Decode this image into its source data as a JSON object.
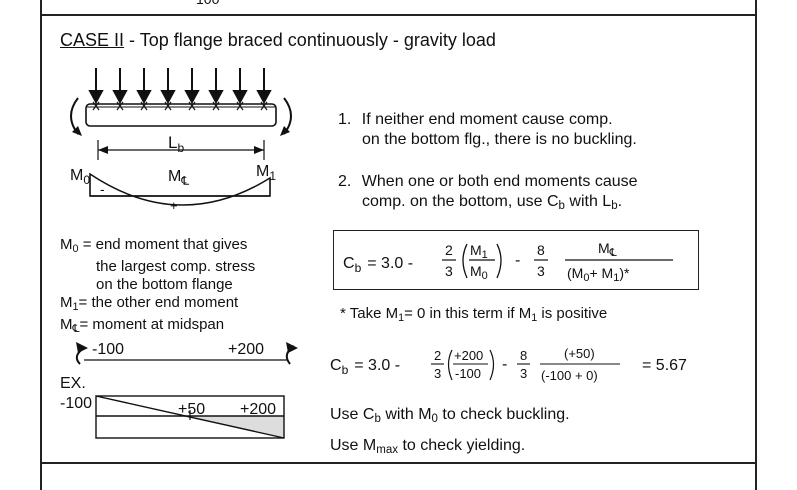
{
  "top_fragment": "100",
  "title": {
    "case_label": "CASE II",
    "title_text": " - Top flange braced continuously - gravity load"
  },
  "beam": {
    "span_label": "L",
    "span_sub": "b"
  },
  "moment_diagram": {
    "m0_label": "M",
    "m0_sub": "0",
    "mc_label": "M",
    "mc_sub": "℄",
    "m1_label": "M",
    "m1_sub": "1",
    "minus": "-",
    "plus": "+"
  },
  "definitions": [
    {
      "sym": "M",
      "sub": "0",
      "text": "= end moment that gives"
    },
    {
      "cont": "the largest comp. stress"
    },
    {
      "cont": "on the bottom flange"
    },
    {
      "sym": "M",
      "sub": "1",
      "text": "= the other end moment"
    },
    {
      "sym": "M",
      "sub": "℄",
      "text": "= moment at midspan"
    }
  ],
  "rules": [
    {
      "num": "1.",
      "line1": "If neither end moment cause comp.",
      "line2": "on the bottom flg., there is no buckling."
    },
    {
      "num": "2.",
      "line1": "When one or both end moments cause",
      "line2": "comp. on the bottom, use C",
      "sub_b": "b",
      "mid": " with L",
      "sub_b2": "b",
      "end": "."
    }
  ],
  "formula": {
    "lhs": "C",
    "lhs_sub": "b",
    "eq": "= 3.0 -",
    "f1_num": "2",
    "f1_den": "3",
    "ratio_num": "M",
    "ratio_num_sub": "1",
    "ratio_den": "M",
    "ratio_den_sub": "0",
    "minus": "-",
    "f2_num": "8",
    "f2_den": "3",
    "frac_num": "M",
    "frac_num_sub": "℄",
    "frac_den": "(M",
    "frac_den_sub0": "0",
    "frac_den_mid": "+ M",
    "frac_den_sub1": "1",
    "frac_den_end": ")*"
  },
  "footnote": {
    "text1": "* Take M",
    "sub1": "1",
    "text2": "= 0 in this term if M",
    "sub2": "1",
    "text3": " is positive"
  },
  "example": {
    "label": "EX.",
    "left_moment": "-100",
    "right_moment": "+200",
    "diag_left": "-100",
    "diag_mid": "+50",
    "diag_right": "+200",
    "calc_lhs": "C",
    "calc_sub": "b",
    "calc_eq": "= 3.0 -",
    "c1_num": "2",
    "c1_den": "3",
    "c_ratio_num": "+200",
    "c_ratio_den": "-100",
    "c_minus": "-",
    "c2_num": "8",
    "c2_den": "3",
    "c_frac_num": "(+50)",
    "c_frac_den": "(-100 + 0)",
    "result": "= 5.67",
    "note1a": "Use C",
    "note1_sub": "b",
    "note1b": "with M",
    "note1_sub2": "0",
    "note1c": " to check buckling.",
    "note2a": "Use M",
    "note2_sub": "max",
    "note2b": " to check yielding."
  }
}
